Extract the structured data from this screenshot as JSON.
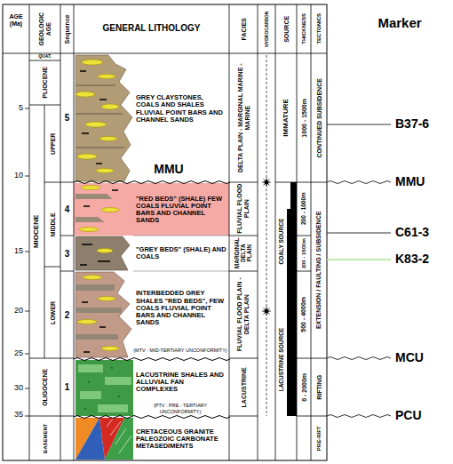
{
  "diagram": {
    "labels": [
      "AGE (Ma)",
      "GEOLOGIC AGE",
      "Sequence",
      "GENERAL LITHOLOGY",
      "FACIES",
      "HYDROCARBON",
      "SOURCE",
      "THICKNESS",
      "TECTONICS",
      "Marker",
      "5",
      "10",
      "15",
      "20",
      "25",
      "30",
      "35",
      "QUAT.",
      "PLIOCENE",
      "MIOCENE",
      "UPPER",
      "MIDDLE",
      "LOWER",
      "OLIGOCENE",
      "BASEMENT",
      "5",
      "4",
      "3",
      "2",
      "1",
      "GREY CLAYSTONES, COALS AND SHALES FLUVIAL POINT BARS AND CHANNEL SANDS",
      "MMU",
      "\"RED BEDS\" (SHALE) FEW COALS FLUVIAL POINT BARS AND CHANNEL SANDS",
      "\"GREY BEDS\" (SHALE) AND COALS",
      "INTERBEDDED GREY SHALES \"RED BEDS\", FEW COALS FLUVIAL POINT BARS AND CHANNEL SANDS",
      "(MTV - MID-TERTIARY UNCONFORMITY)",
      "LACUSTRINE SHALES AND ALLUVIAL FAN COMPLEXES",
      "(PTV : PRE - TERTIARY UNCONFORMITY)",
      "CRETACEOUS GRANITE PALEOZOIC CARBONATE METASEDIMENTS",
      "DELTA PLAIN - MARGINAL MARINE - MARINE",
      "FLUVIAL FLOOD PLAIN",
      "MARGINAL DELTA PLAIN",
      "FLUVIAL FLOOD PLAIN - DELTA PLAIN",
      "LACUSTRINE",
      "IMMATURE",
      "COALY SOURCE",
      "LACUSTRINE SOURCE",
      "1000 - 1500m",
      "200 - 1000m",
      "300 - 1500m",
      "500 - 4000m",
      "0 - 2000m",
      "CONTINUED SUBSIDENCE",
      "EXTENSION / FAULTING / SUBSIDENCE",
      "RIFTING",
      "PRE-RIFT",
      "B37-6",
      "MMU",
      "C61-3",
      "K83-2",
      "MCU",
      "PCU"
    ]
  }
}
